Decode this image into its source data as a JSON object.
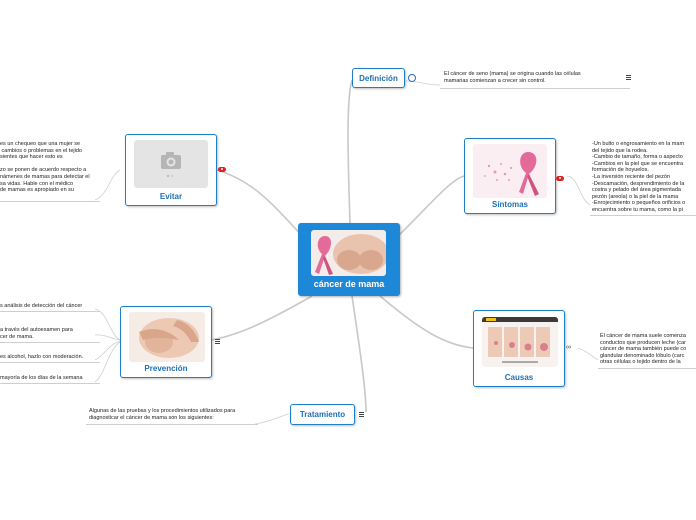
{
  "central": {
    "title": "cáncer de mama",
    "image": "pink-ribbon-breast-image"
  },
  "branches": {
    "definicion": {
      "label": "Definición",
      "icon": "globe-icon",
      "note": "El cáncer de seno (mama) se origina cuando las células\nmamarias comienzan a crecer sin control."
    },
    "sintomas": {
      "label": "Síntomas",
      "image": "pink-ribbon-image",
      "note": "-Un bulto o engrosamiento en la mam\ndel te­jido que la rodea.\n-Cambio de tamaño, forma o aspecto\n-Cam­bios en la piel que se encuentra\nformación de hoyuelos.\n-La in­versión reciente del pezón\n-Descamación, desprendimiento de la\ncostra y pelado del área pigmentada\npezón (areola) o la piel de la mama\n-Enro­jecimiento o pequeños orificios o\nencuentra sobre tu mama, como la pi"
    },
    "causas": {
      "label": "Causas",
      "image": "breast-cancer-stages-image",
      "note": "El cáncer de mama suele comenza\nconductos que producen leche (car\ncá­ncer de mama también puede co\nglandular denominado lóbulo (carc\notras células o tejido dentro de la"
    },
    "tratamiento": {
      "label": "Tratamiento",
      "note": "Algunas de las pruebas y los procedimientos utilizados para\ndiagnosticar el cáncer de mama son los siguientes:"
    },
    "prevencion": {
      "label": "Prevención",
      "image": "hands-on-breast-image",
      "notes": [
        "s análisis de detección del cáncer",
        "a través del autoexamen para\ncer de mama.",
        "es alcohol, hazlo con moderación.",
        "mayoría de los días de la semana"
      ]
    },
    "evitar": {
      "label": "Evitar",
      "image": "camera-placeholder-icon",
      "note": "es un chequeo que una mujer se\n cambios o problemas en el tejido\nsientes que hacer esto es\n\nzo se ponen de acuerdo respecto a\nnámenes de mamas para detectar el\nsa vidas. Hable con el médico\nde mamas es apropiado en su"
    }
  },
  "colors": {
    "accent": "#1e88d8",
    "border": "#1e7fc6",
    "ribbon": "#e36b9a",
    "link": "#c8c8c8",
    "badge": "#e02020"
  }
}
